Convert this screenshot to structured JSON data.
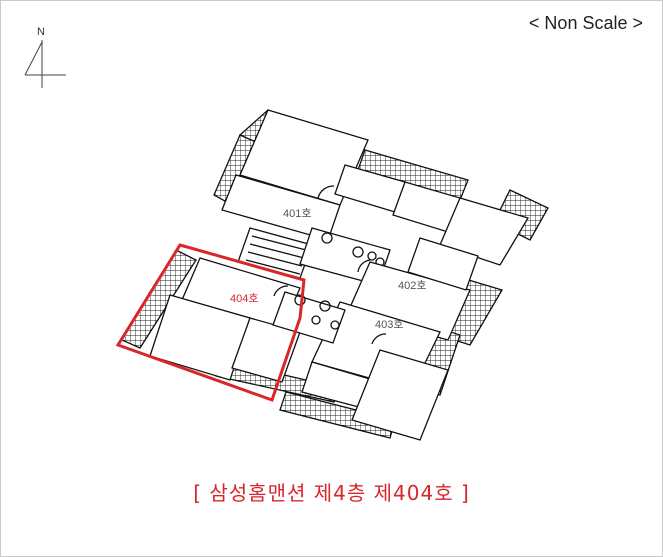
{
  "scale_note": "< Non Scale >",
  "north_label": "N",
  "units": [
    {
      "id": "401",
      "label": "401호",
      "highlighted": false
    },
    {
      "id": "402",
      "label": "402호",
      "highlighted": false
    },
    {
      "id": "403",
      "label": "403호",
      "highlighted": false
    },
    {
      "id": "404",
      "label": "404호",
      "highlighted": true
    }
  ],
  "caption": "[ 삼성홈맨션 제4층 제404호 ]",
  "colors": {
    "highlight": "#d9262b",
    "line": "#111111",
    "text": "#555555"
  }
}
